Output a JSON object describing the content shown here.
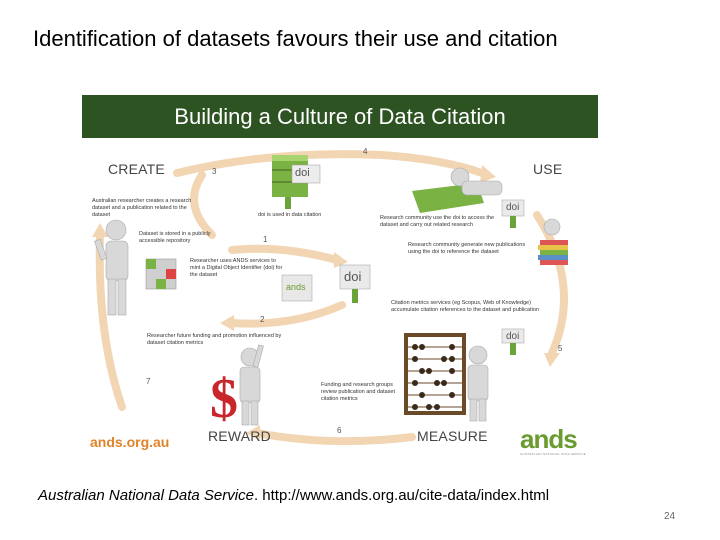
{
  "slide": {
    "title": "Identification of datasets favours their use and citation",
    "caption_org": "Australian National Data Service",
    "caption_sep": ". ",
    "caption_url": "http://www.ands.org.au/cite-data/index.html",
    "page_number": "24"
  },
  "figure": {
    "banner_title": "Building a Culture of Data Citation",
    "stages": {
      "create": "CREATE",
      "use": "USE",
      "measure": "MEASURE",
      "reward": "REWARD"
    },
    "steps": {
      "n1": "1",
      "n2": "2",
      "n3": "3",
      "n4": "4",
      "n5": "5",
      "n6": "6",
      "n7": "7"
    },
    "descriptions": {
      "d_doi_used": "doi is used in data citation",
      "d_researcher_creates": "Australian researcher creates a research dataset and a publication related to the dataset",
      "d_dataset_stored": "Dataset is stored in a publicly accessible repository",
      "d_ands_services": "Researcher uses ANDS services to mint a Digital Object Identifier (doi) for the dataset",
      "d_community_access": "Research community use the doi to access the dataset and carry out related research",
      "d_community_publish": "Research community generate new publications using the doi to reference the dataset",
      "d_citation_metrics": "Citation metrics services (eg Scopus, Web of Knowledge) accumulate citation references to the dataset and publication",
      "d_funding": "Researcher future funding and promotion influenced by dataset citation metrics",
      "d_review": "Funding and research groups review publication and dataset citation metrics"
    },
    "doi_labels": {
      "doi_a": "doi",
      "doi_b": "doi",
      "doi_c": "doi",
      "doi_d": "doi",
      "ands_mini": "ands"
    },
    "domain": "ands.org.au",
    "logo_text": "ands",
    "logo_tagline": "AUSTRALIAN NATIONAL DATA SERVICE",
    "colors": {
      "banner": "#2e5322",
      "arrow": "#f2d6b3",
      "stage_text": "#444444",
      "domain": "#e0832a",
      "logo": "#6a9b2f"
    }
  }
}
